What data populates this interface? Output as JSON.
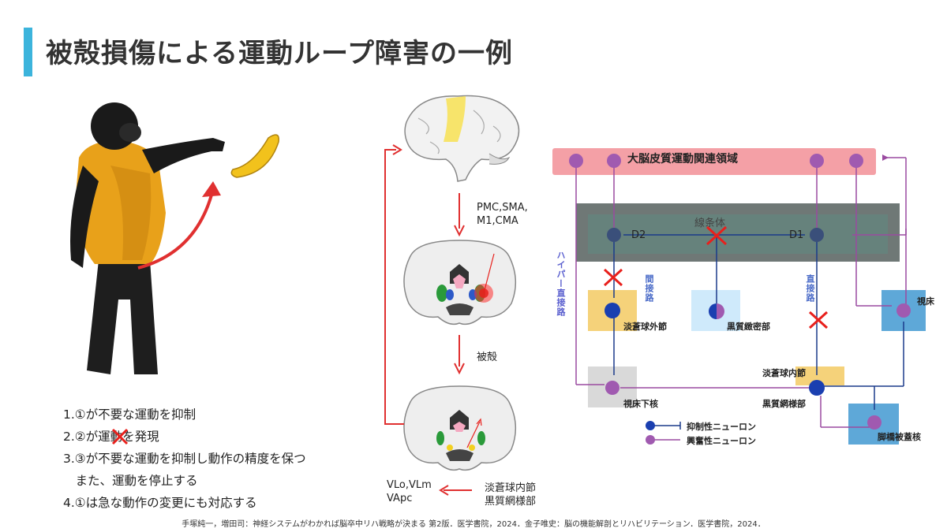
{
  "title": "被殻損傷による運動ループ障害の一例",
  "list": [
    "1.①が不要な運動を抑制",
    "2.②が運動を発現",
    "3.③が不要な運動を抑制し動作の精度を保つ",
    "　また、運動を停止する",
    "4.①は急な動作の変更にも対応する"
  ],
  "flow": {
    "label_pmc": "PMC,SMA,",
    "label_pmc2": "M1,CMA",
    "label_putamen": "被殻",
    "label_gpi": "淡蒼球内節",
    "label_snr": "黒質網様部",
    "label_vlo": "VLo,VLm",
    "label_vapc": "VApc"
  },
  "diagram": {
    "cortex": "大脳皮質運動関連領域",
    "striatum": "線条体",
    "d2": "D2",
    "d1": "D1",
    "indirect": "間接路",
    "direct": "直接路",
    "hyper": "ハイパー直接路",
    "gpe": "淡蒼球外節",
    "snc": "黒質緻密部",
    "thalamus": "視床",
    "stn": "視床下核",
    "gpi": "淡蒼球内節",
    "snr": "黒質網様部",
    "ppn": "脚橋被蓋核",
    "legend_inhib": "抑制性ニューロン",
    "legend_excit": "興奮性ニューロン"
  },
  "colors": {
    "accent": "#3cb4dc",
    "cortex_band": "#f4a0a6",
    "striatum": "#707a78",
    "inhibitory": "#1a3a8a",
    "excitatory": "#9a4aa0",
    "cross": "#e8201c",
    "arrow": "#e03030"
  },
  "footer": "手塚純一，増田司：神経システムがわかれば脳卒中リハ戦略が決まる 第2版．医学書院，2024．金子唯史：脳の機能解剖とリハビリテーション．医学書院，2024．"
}
